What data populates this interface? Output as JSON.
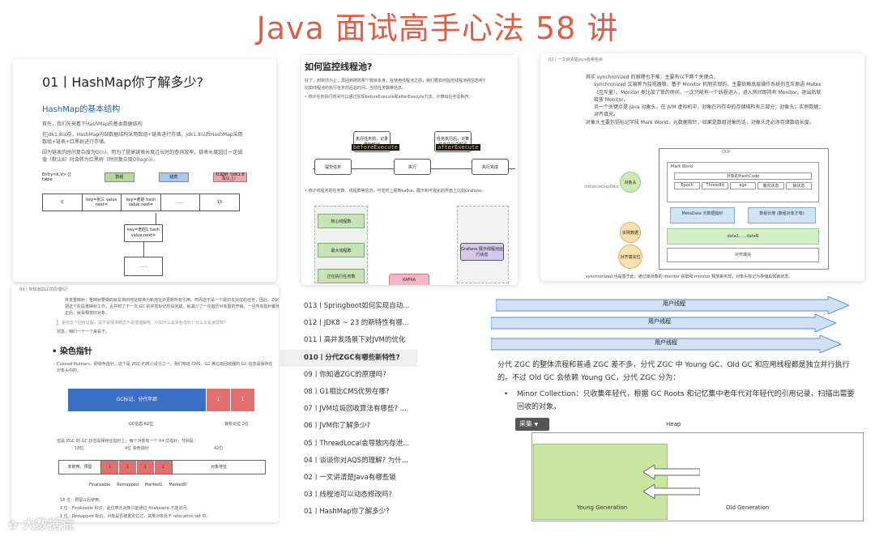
{
  "title": "Java 面试高手心法 58 讲",
  "card1": {
    "heading": "01丨HashMap你了解多少?",
    "subheading": "HashMap的基本结构",
    "p1": "首先，我们先来看下HashMap的基本数据结构",
    "p2": "在jdk1.8以前，HashMap内部数据结构采用数组+链表进行存储，jdk1.8以后HashMap采用数组+链表+红黑树进行存储。",
    "p3": "因为链表的时间复杂度为O(n)，而为了提高链表长度过长时的查询效率，链表长度超过一定阈值（默认8）时会转为红黑树（时间复杂度O(logn)）。",
    "entry_label": "Entry<K,V> [] table",
    "legend": [
      "数组",
      "链表",
      "红黑树（jdk1.8及以上）"
    ],
    "legend_colors": [
      "#b5d99c",
      "#a8c6f0",
      "#f1a6a6"
    ],
    "cells": [
      "0",
      "key=张三 value next=",
      "key=老赵 hash value next=",
      "......",
      "15"
    ],
    "chain_node": "key=老赵1 hash value next=",
    "chain_end": "......"
  },
  "card2": {
    "heading": "如何监控线程池?",
    "p1": "好了，到目前为止，再回到刚刚那个题目本身，在使用线程池之前，我们要如何监控线程池的信息呢?",
    "p2": "比如线程池的执行任务前后总时间、当前任务数等信息。",
    "bullet1": "统计任务执行时间可以通过实现beforeExecute和afterExecute方法，计算出任务总耗时。",
    "box_before": "执行任务前，记录开始时间",
    "box_after": "任务执行后，计算任务执行总时间",
    "code_before": "beforeExecute",
    "code_after": "afterExecute",
    "flow": [
      "提交任务",
      "执行",
      "执行完成"
    ],
    "bullet2": "统计线程池的任务数、线程数等信息，可定时上报到kafka，展示到可视化的界面上比如Grafana。",
    "metrics": [
      "核心线程数",
      "最大线程数",
      "正在执行任务数"
    ],
    "kafka": "KAFKA",
    "grafana": "Grafana 展示线程池运行状态"
  },
  "card3": {
    "crumb": "02丨一文讲清楚Java有哪些锁",
    "p1": "其实 synchronized 的原理也不难，主要有以下两个关键点。",
    "b1": "synchronized 又被称为监视器锁，基于 Monitor 机制实现的，主要依赖底层操作系统的互斥原语 Mutex（互斥量）。Monitor 类比加了锁的房间，一次只能有一个线程进入，进入房间即持有 Monitor，退出后就释放 Monitor。",
    "b2": "另一个关键点是 Java 对象头，在 JVM 虚拟机中，对象在内存中的存储结构有三部分：对象头；实例数据；对齐填充。",
    "p2": "对象头主要包括标记字段 Mark World，元数据指针，如果是数组对象的话，对象头还必须存储数组长度。",
    "oop": "OOP",
    "instance": "instanceOopDesc",
    "obj_header": "对象头",
    "instance_data": "实例数据",
    "padding": "对齐填充位",
    "mark_word": "Mark Word",
    "hashcode": "对象的HashCode",
    "fields": [
      "Epoch",
      "ThreadId",
      "age",
      "偏向状态",
      "锁状态"
    ],
    "metadata": "MetaData 元数据指针",
    "arr_len": "数组长度 (数组对象才有)",
    "data_area": "data1......dataN",
    "pad_area": "对齐填充",
    "footer": "synchronized 也是基于此，通过锁对象的 monitor 获取和 monitor 释放来实现，对象头标记为存储具体锁状态。"
  },
  "card4": {
    "crumb": "09丨你知道ZGC的原理吗?",
    "b1": "并发重映射：重映射要做的就是将旧地址转换为新地址并更新所有引用。然而这不是一个需切去完成的任务，因此，ZGC 把这个阶段重映射工作，合并到了下一次 GC 的并发标记阶段完成，就减少了一次遍历对象图的开销，一旦所有指针都修正后，就会释放旧对象。",
    "quote": "看完这个回收过程，是不是很多概念不是很理解呢，比如什么是染色指针？什么又是读屏障？",
    "p_next": "别急，咱们一个一个来看下。",
    "h2": "染色指针",
    "p1": "Colored Pointers，即染色指针。这个是 ZGC 的核心设计之一。我们知道 CMS、G1 等垃圾回收器的 GC 信息是保存在对象头中的。",
    "bar_main": "GC标记、分代年龄",
    "bar_bits": [
      "1",
      "1"
    ],
    "label_gc": "GC信息 62位",
    "label_lock": "锁标记位 2位",
    "p2": "但是 ZGC 的 GC 信息是保存在指针上，每个对象有一个 64 位指针，分别是：",
    "seg_labels": [
      "18位",
      "4位 染色指针",
      "42位"
    ],
    "seg_main": [
      "未使用、预留",
      "对象地址"
    ],
    "bit_cells": [
      "1",
      "1",
      "1",
      "1"
    ],
    "bit_names": [
      "Finalizable",
      "Remapped",
      "Marked1",
      "Marked0"
    ],
    "b2": "18 位：预留以后使用。",
    "b3": "1 位：Finalizable 标识，此位表示对象只能通过 finalizable 才能访问。",
    "b4": "1 位：Remapped 标识，对象是否被重定位过，如果对象处于 relocation set 中。"
  },
  "list": [
    "013丨Springboot如何实现自动...",
    "012丨JDK8 ~ 23 的新特性有哪...",
    "011丨高并发场景下对JVM的优化",
    "010丨分代ZGC有哪些新特性?",
    "09丨你知道ZGC的原理吗?",
    "08丨G1相比CMS优势在哪?",
    "07丨JVM垃圾回收算法有哪些? ...",
    "06丨JVM你了解多少?",
    "05丨ThreadLocal会导致内存泄...",
    "04丨谈谈你对AQS的理解? 为什...",
    "02丨一文讲清楚Java有哪些锁",
    "03丨线程池可以动态修改吗?",
    "01丨HashMap你了解多少?"
  ],
  "card6": {
    "threads": [
      "用户线程",
      "用户线程",
      "用户线程"
    ],
    "p1": "分代 ZGC 的整体流程和普通 ZGC 差不多，分代 ZGC 中 Young GC、Old GC 和应用线程都是独立并行执行的。不过 Old GC 会依赖 Young GC，分代 ZGC 分为：",
    "bullet": "Minor Collection：只收集年轻代，根据 GC Roots 和记忆集中老年代对年轻代的引用记录，扫描出需要回收的对象。",
    "badge": "采集",
    "heap": "Heap",
    "young": "Young Generation",
    "old": "Old Generation"
  },
  "watermark": "大数据荒"
}
